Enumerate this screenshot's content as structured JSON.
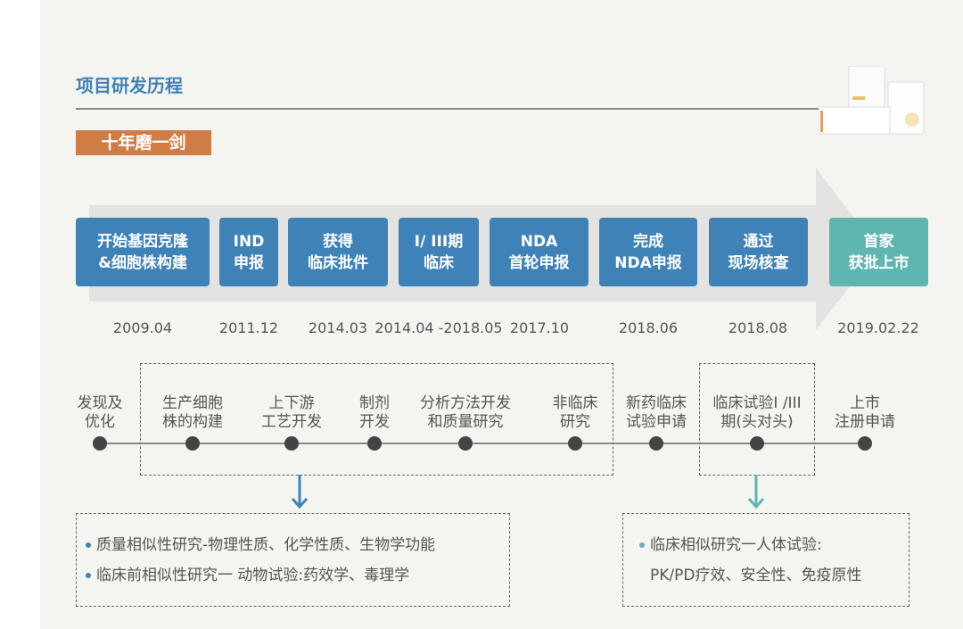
{
  "header": {
    "title": "项目研发历程",
    "tag": "十年磨一剑"
  },
  "milestones": [
    {
      "l1": "开始基因克隆",
      "l2": "&细胞株构建",
      "date": "2009.04"
    },
    {
      "l1": "IND",
      "l2": "申报",
      "date": "2011.12"
    },
    {
      "l1": "获得",
      "l2": "临床批件",
      "date": "2014.03"
    },
    {
      "l1": "I/ III期",
      "l2": "临床",
      "date": "2014.04 -2018.05"
    },
    {
      "l1": "NDA",
      "l2": "首轮申报",
      "date": "2017.10"
    },
    {
      "l1": "完成",
      "l2": "NDA申报",
      "date": "2018.06"
    },
    {
      "l1": "通过",
      "l2": "现场核查",
      "date": "2018.08"
    },
    {
      "l1": "首家",
      "l2": "获批上市",
      "date": "2019.02.22"
    }
  ],
  "steps": [
    {
      "l1": "发现及",
      "l2": "优化"
    },
    {
      "l1": "生产细胞",
      "l2": "株的构建"
    },
    {
      "l1": "上下游",
      "l2": "工艺开发"
    },
    {
      "l1": "制剂",
      "l2": "开发"
    },
    {
      "l1": "分析方法开发",
      "l2": "和质量研究"
    },
    {
      "l1": "非临床",
      "l2": "研究"
    },
    {
      "l1": "新药临床",
      "l2": "试验申请"
    },
    {
      "l1": "临床试验I /III",
      "l2": "期(头对头)"
    },
    {
      "l1": "上市",
      "l2": "注册申请"
    }
  ],
  "left_notes": [
    "质量相似性研究-物理性质、化学性质、生物学功能",
    "临床前相似性研究一 动物试验:药效学、毒理学"
  ],
  "right_notes": {
    "l1": "临床相似研究一人体试验:",
    "l2": "PK/PD疗效、安全性、免疫原性"
  },
  "colors": {
    "blue": "#3f82b8",
    "teal": "#5fb5b0",
    "orange": "#d07c45"
  }
}
